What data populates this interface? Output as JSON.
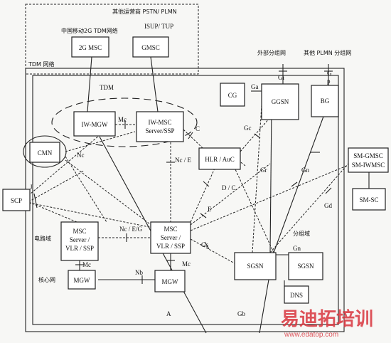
{
  "labels": {
    "other_operator": "其他运营商 PSTN/ PLMN",
    "cm_2g_tdm": "中国移动2G TDM网络",
    "isup_tup": "ISUP/ TUP",
    "tdm_net": "TDM 网络",
    "external_pd": "外部分组网",
    "other_plmn_pd": "其他 PLMN 分组网",
    "circuit_domain": "电路域",
    "packet_domain": "分组域",
    "core_net": "核心网"
  },
  "nodes": {
    "msc_2g": "2G MSC",
    "gmsc": "GMSC",
    "cg": "CG",
    "ggsn": "GGSN",
    "bg": "BG",
    "iw_mgw": "IW-MGW",
    "iw_msc_1": "IW-MSC",
    "iw_msc_2": "Server/SSP",
    "cmn": "CMN",
    "hlr": "HLR / AuC",
    "sm_gmsc_1": "SM-GMSC",
    "sm_gmsc_2": "SM-IWMSC",
    "sm_sc": "SM-SC",
    "scp": "SCP",
    "msc1_1": "MSC",
    "msc1_2": "Server /",
    "msc1_3": "VLR / SSP",
    "msc2_1": "MSC",
    "msc2_2": "Server /",
    "msc2_3": "VLR / SSP",
    "sgsn1": "SGSN",
    "sgsn2": "SGSN",
    "dns": "DNS",
    "mgw1": "MGW",
    "mgw2": "MGW"
  },
  "interfaces": {
    "tdm": "TDM",
    "mc_top": "Mc",
    "c": "C",
    "nc_e": "Nc / E",
    "nc": "Nc",
    "gi": "Gi",
    "g": "G",
    "p": "p",
    "ga": "Ga",
    "gc": "Gc",
    "gn_top": "Gn",
    "gr": "Gr",
    "gd": "Gd",
    "dc": "D / C",
    "e": "E",
    "j": "J",
    "nc_eg": "Nc / E/G",
    "gs": "Gs",
    "gn_bot": "Gn",
    "mc1": "Mc",
    "mc2": "Mc",
    "nb": "Nb",
    "a": "A",
    "gb": "Gb"
  },
  "watermark": {
    "text": "易迪拓培训",
    "url": "www.edatop.com"
  }
}
